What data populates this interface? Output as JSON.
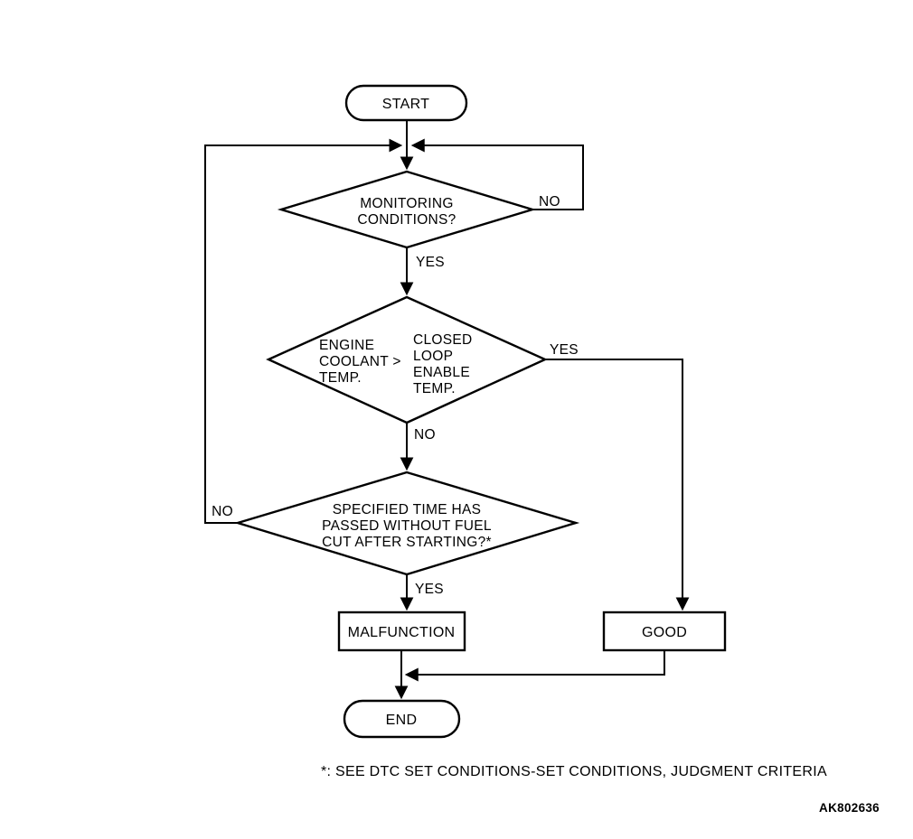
{
  "diagram": {
    "type": "flowchart",
    "colors": {
      "line": "#000000",
      "background": "#ffffff",
      "text": "#000000"
    },
    "nodes": {
      "start": {
        "label": "START",
        "shape": "terminator"
      },
      "monitoring": {
        "shape": "decision",
        "lines": [
          "MONITORING",
          "CONDITIONS?"
        ]
      },
      "coolant": {
        "shape": "decision",
        "left_lines": [
          "ENGINE",
          "COOLANT >",
          "TEMP."
        ],
        "right_lines": [
          "CLOSED",
          "LOOP",
          "ENABLE",
          "TEMP."
        ]
      },
      "specified_time": {
        "shape": "decision",
        "lines": [
          "SPECIFIED TIME HAS",
          "PASSED WITHOUT FUEL",
          "CUT AFTER STARTING?*"
        ]
      },
      "malfunction": {
        "label": "MALFUNCTION",
        "shape": "process"
      },
      "good": {
        "label": "GOOD",
        "shape": "process"
      },
      "end": {
        "label": "END",
        "shape": "terminator"
      }
    },
    "edge_labels": {
      "monitoring_no": "NO",
      "monitoring_yes": "YES",
      "coolant_yes": "YES",
      "coolant_no": "NO",
      "specified_time_no": "NO",
      "specified_time_yes": "YES"
    },
    "footnote": "*: SEE DTC SET CONDITIONS-SET CONDITIONS, JUDGMENT CRITERIA",
    "figure_code": "AK802636"
  }
}
